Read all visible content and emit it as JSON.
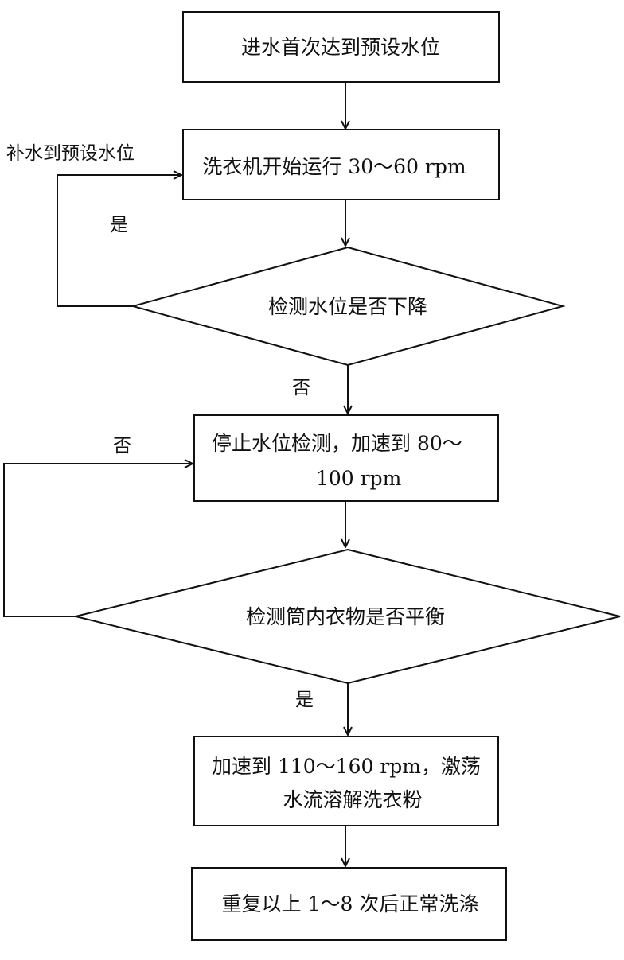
{
  "nodes": {
    "n1": {
      "text": "进水首次达到预设水位"
    },
    "n2": {
      "text": "洗衣机开始运行 30～60 rpm"
    },
    "d1": {
      "text": "检测水位是否下降"
    },
    "n3": {
      "line1": "停止水位检测，加速到 80～",
      "line2": "100 rpm"
    },
    "d2": {
      "text": "检测筒内衣物是否平衡"
    },
    "n4": {
      "line1": "加速到 110～160 rpm，激荡",
      "line2": "水流溶解洗衣粉"
    },
    "n5": {
      "text": "重复以上 1～8 次后正常洗涤"
    }
  },
  "edge_labels": {
    "refill": "补水到预设水位",
    "d1_yes": "是",
    "d1_no": "否",
    "d2_no": "否",
    "d2_yes": "是"
  }
}
